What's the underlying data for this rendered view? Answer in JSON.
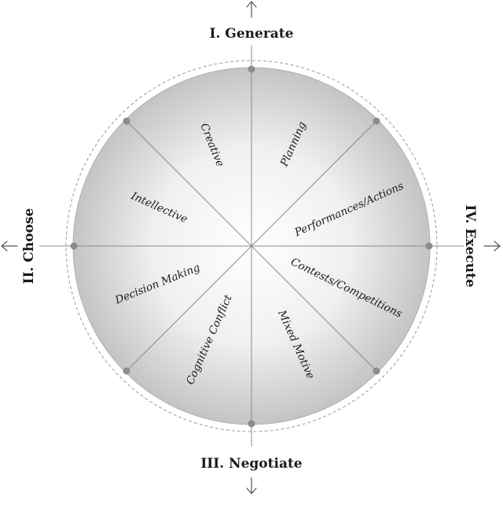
{
  "quadrants": {
    "generate": "I. Generate",
    "choose": "II. Choose",
    "negotiate": "III. Negotiate",
    "execute": "IV. Execute"
  },
  "sectors": {
    "creative": "Creative",
    "planning": "Planning",
    "intellective": "Intellective",
    "performances": "Performances/Actions",
    "decision_making": "Decision Making",
    "contests": "Contests/Competitions",
    "cognitive_conflict": "Cognitive Conflict",
    "mixed_motive": "Mixed Motive"
  },
  "colors": {
    "circle_center": "#ffffff",
    "circle_edge": "#c4c4c4",
    "lines": "#8a8a8a",
    "dots": "#8c8c8c",
    "text": "#1a1a1a"
  }
}
